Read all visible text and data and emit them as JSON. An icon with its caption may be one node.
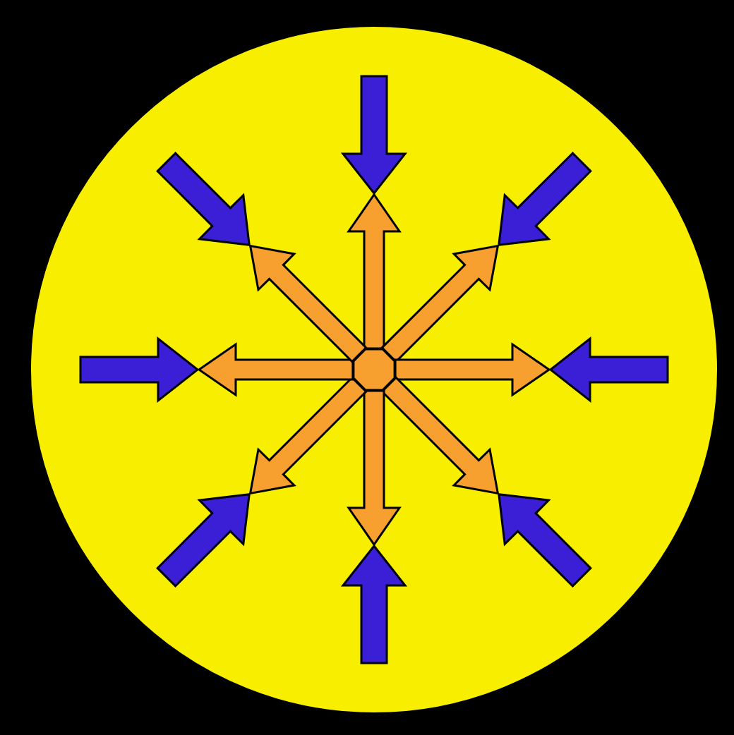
{
  "diagram": {
    "nodes": [
      {
        "text": [],
        "shape": "circle"
      },
      {
        "text": [],
        "shape": "octagon",
        "in": 0
      }
    ]
  }
}
